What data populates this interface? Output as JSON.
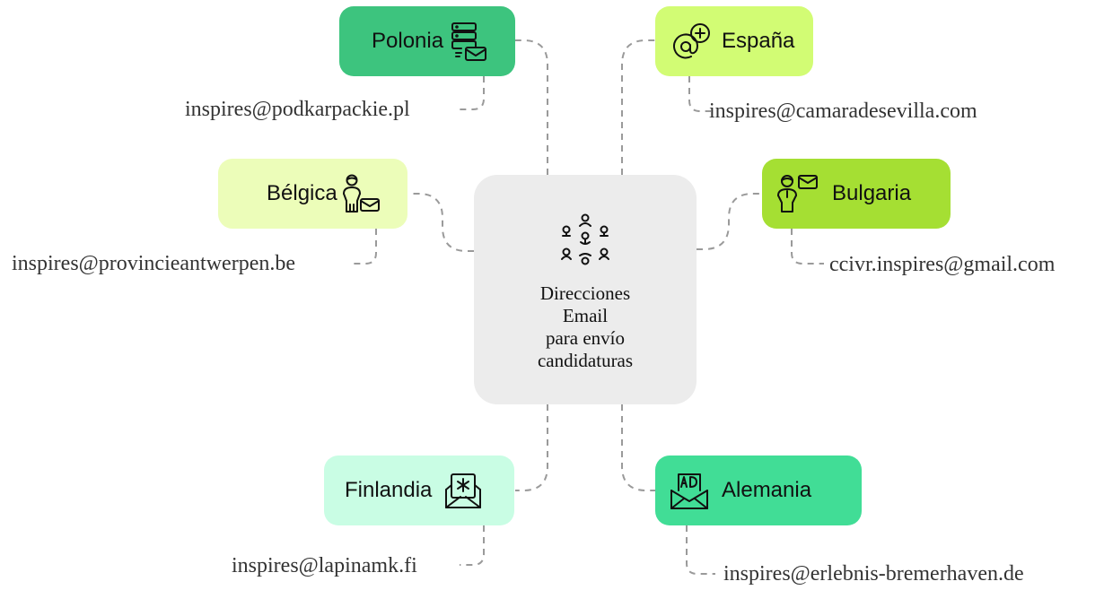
{
  "center": {
    "label": "Direcciones\nEmail\npara envío\ncandidaturas",
    "icon": "network-people-icon",
    "color": "#ececec"
  },
  "countries": [
    {
      "name": "Polonia",
      "email": "inspires@podkarpackie.pl",
      "icon": "server-mail-icon",
      "color": "#3dc47e"
    },
    {
      "name": "España",
      "email": "inspires@camaradesevilla.com",
      "icon": "at-plus-icon",
      "color": "#d2fc74"
    },
    {
      "name": "Bélgica",
      "email": "inspires@provincieantwerpen.be",
      "icon": "person-mail-icon",
      "color": "#ecfdb9"
    },
    {
      "name": "Bulgaria",
      "email": "ccivr.inspires@gmail.com",
      "icon": "person-mail-icon",
      "color": "#a5df33"
    },
    {
      "name": "Finlandia",
      "email": "inspires@lapinamk.fi",
      "icon": "open-envelope-icon",
      "color": "#c9fde4"
    },
    {
      "name": "Alemania",
      "email": "inspires@erlebnis-bremerhaven.de",
      "icon": "ad-envelope-icon",
      "color": "#41dd96"
    }
  ]
}
